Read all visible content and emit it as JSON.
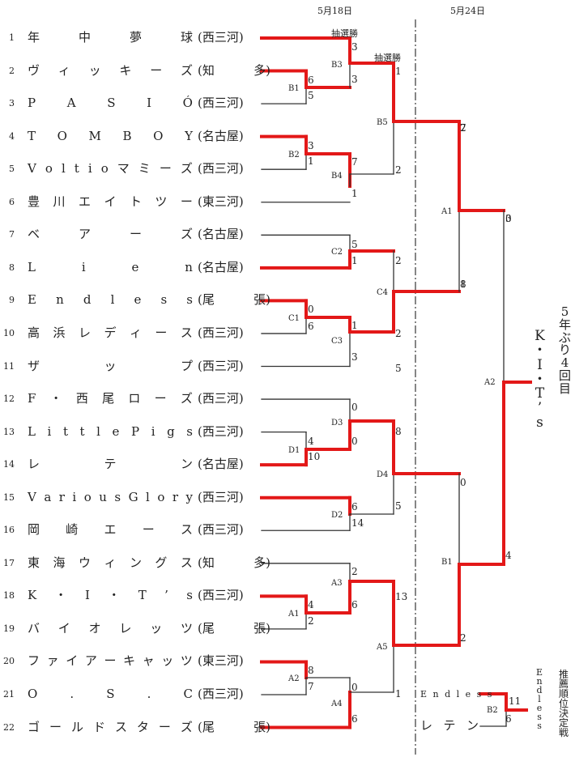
{
  "dates": [
    "5月18日",
    "5月24日"
  ],
  "lottery_win": "抽選勝",
  "teams": [
    {
      "no": "1",
      "name": "年 中 夢 球",
      "region": "(西三河)"
    },
    {
      "no": "2",
      "name": "ヴ ィ ッ キ ー ズ",
      "region": "(知 多)"
    },
    {
      "no": "3",
      "name": "P A S I Ó",
      "region": "(西三河)"
    },
    {
      "no": "4",
      "name": "T O M B O Y",
      "region": "(名古屋)"
    },
    {
      "no": "5",
      "name": "V o l t i o マ ミ ー ズ",
      "region": "(西三河)"
    },
    {
      "no": "6",
      "name": "豊 川 エ イ ト ツ ー",
      "region": "(東三河)"
    },
    {
      "no": "7",
      "name": "ベ ア ー ズ",
      "region": "(名古屋)"
    },
    {
      "no": "8",
      "name": "L i e n",
      "region": "(名古屋)"
    },
    {
      "no": "9",
      "name": "E n d l e s s",
      "region": "(尾 張)"
    },
    {
      "no": "10",
      "name": "高 浜 レ デ ィ ー ス",
      "region": "(西三河)"
    },
    {
      "no": "11",
      "name": "ザ ッ プ",
      "region": "(西三河)"
    },
    {
      "no": "12",
      "name": "F ・ 西 尾 ロ ー ズ",
      "region": "(西三河)"
    },
    {
      "no": "13",
      "name": "L i t t l e P i g s",
      "region": "(西三河)"
    },
    {
      "no": "14",
      "name": "レ テ ン",
      "region": "(名古屋)"
    },
    {
      "no": "15",
      "name": "V a r i o u s G l o r y",
      "region": "(西三河)"
    },
    {
      "no": "16",
      "name": "岡 崎 エ ー ス",
      "region": "(西三河)"
    },
    {
      "no": "17",
      "name": "東 海 ウ ィ ン グ ス",
      "region": "(知 多)"
    },
    {
      "no": "18",
      "name": "K ・ I ・ T ’ s",
      "region": "(西三河)"
    },
    {
      "no": "19",
      "name": "バ イ オ レ ッ ツ",
      "region": "(尾 張)"
    },
    {
      "no": "20",
      "name": "フ ァ イ ア ー キ ャ ッ ツ",
      "region": "(東三河)"
    },
    {
      "no": "21",
      "name": "O . S . C",
      "region": "(西三河)"
    },
    {
      "no": "22",
      "name": "ゴ ー ル ド ス タ ー ズ",
      "region": "(尾 張)"
    }
  ],
  "match_labels": [
    "B1",
    "B2",
    "B3",
    "B4",
    "B5",
    "C1",
    "C2",
    "C3",
    "C4",
    "D1",
    "D2",
    "D3",
    "D4",
    "A1",
    "A2",
    "A3",
    "A4",
    "A5",
    "A1",
    "B1",
    "A2",
    "B2"
  ],
  "scores": [
    "3",
    "3",
    "1",
    "6",
    "5",
    "3",
    "1",
    "7",
    "1",
    "2",
    "5",
    "1",
    "2",
    "0",
    "6",
    "1",
    "3",
    "2",
    "5",
    "7",
    "1",
    "0",
    "4",
    "0",
    "10",
    "8",
    "6",
    "14",
    "5",
    "2",
    "4",
    "2",
    "13",
    "6",
    "8",
    "7",
    "0",
    "1",
    "6",
    "0",
    "2",
    "0",
    "4",
    "8",
    "2",
    "3",
    "11",
    "6"
  ],
  "champion": {
    "lines": [
      "K",
      "・",
      "I",
      "・",
      "T",
      "’",
      "s"
    ]
  },
  "champion_note": {
    "lines": [
      "5",
      "年",
      "ぶ",
      "り",
      "4",
      "回",
      "目"
    ]
  },
  "playoff": {
    "top": "E n d l e s s",
    "bottom": "レ テ ン",
    "winner_lines": [
      "E",
      "n",
      "d",
      "l",
      "e",
      "s",
      "s"
    ],
    "title_lines": [
      "推",
      "薦",
      "順",
      "位",
      "決",
      "定",
      "戦"
    ]
  },
  "colors": {
    "win": "#e31818",
    "line": "#333333"
  }
}
